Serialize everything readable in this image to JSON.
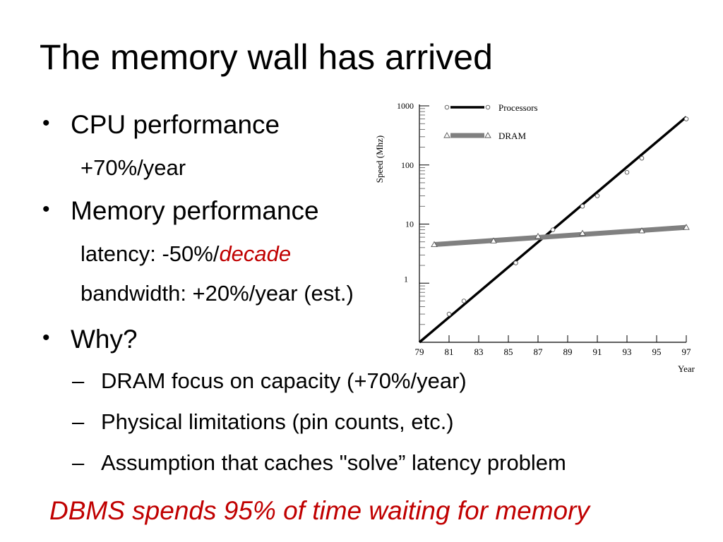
{
  "title": "The memory wall has arrived",
  "bullets": {
    "cpu": "CPU performance",
    "cpu_rate": "+70%/year",
    "mem": "Memory performance",
    "latency_prefix": "latency: -50%/",
    "latency_emph": "decade",
    "bandwidth": "bandwidth: +20%/year (est.)",
    "why": "Why?",
    "why_items": [
      "DRAM focus on capacity (+70%/year)",
      "Physical limitations (pin counts, etc.)",
      "Assumption that caches \"solve” latency problem"
    ],
    "bullet_glyph": "•",
    "dash_glyph": "–"
  },
  "footer": "DBMS spends 95% of time waiting for memory",
  "colors": {
    "accent_red": "#c00000",
    "processors": "#000000",
    "dram": "#808080"
  },
  "chart_data": {
    "type": "line",
    "ylabel": "Speed (Mhz)",
    "xlabel": "Year",
    "y_scale": "log",
    "ylim": [
      0.1,
      1000
    ],
    "xlim": [
      79,
      97
    ],
    "y_ticks": [
      1000,
      100,
      10,
      1
    ],
    "y_tick_labels": [
      "1000",
      "100",
      "10",
      "1"
    ],
    "x_ticks": [
      79,
      81,
      83,
      85,
      87,
      89,
      91,
      93,
      95,
      97
    ],
    "x_tick_labels": [
      "79",
      "81",
      "83",
      "85",
      "87",
      "89",
      "91",
      "93",
      "95",
      "97"
    ],
    "legend": "top-left",
    "series": [
      {
        "name": "Processors",
        "marker": "circle",
        "line": {
          "x": [
            79,
            97
          ],
          "y": [
            0.1,
            650
          ]
        },
        "points": {
          "x": [
            81,
            82,
            85.5,
            88,
            90,
            91,
            93,
            94,
            97
          ],
          "y": [
            0.3,
            0.5,
            2.2,
            8,
            20,
            30,
            75,
            130,
            600
          ]
        }
      },
      {
        "name": "DRAM",
        "marker": "triangle",
        "line": {
          "x": [
            80,
            97
          ],
          "y": [
            4.5,
            8.8
          ]
        },
        "points": {
          "x": [
            80,
            84,
            87,
            90,
            94,
            97
          ],
          "y": [
            4.5,
            5.2,
            6.2,
            7,
            7.7,
            8.8
          ]
        }
      }
    ]
  }
}
